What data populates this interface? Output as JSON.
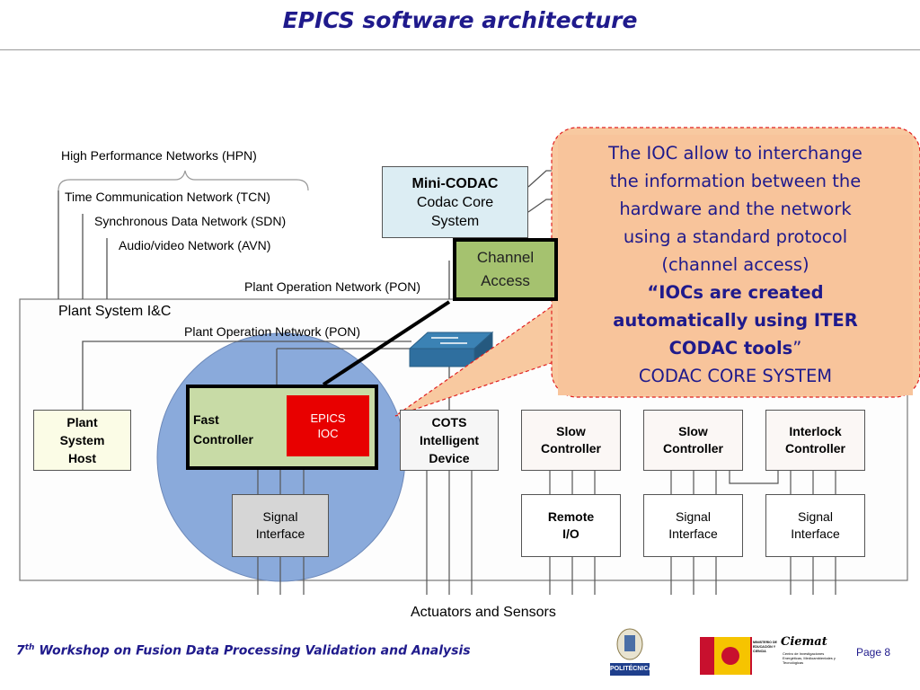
{
  "title": "EPICS software architecture",
  "networks": {
    "hpn": "High Performance Networks (HPN)",
    "tcn": "Time Communication Network (TCN)",
    "sdn": "Synchronous Data Network (SDN)",
    "avn": "Audio/video Network (AVN)",
    "pon_top": "Plant Operation Network (PON)",
    "pon_inner": "Plant Operation Network (PON)"
  },
  "plant_system_label": "Plant System I&C",
  "mini_codac": {
    "title": "Mini-CODAC",
    "line1": "Codac Core",
    "line2": "System"
  },
  "channel_access": {
    "line1": "Channel",
    "line2": "Access"
  },
  "fast_controller": {
    "line1": "Fast",
    "line2": "Controller"
  },
  "epics_ioc": {
    "line1": "EPICS",
    "line2": "IOC"
  },
  "plant_system_host": {
    "line1": "Plant",
    "line2": "System",
    "line3": "Host"
  },
  "cots": {
    "line1": "COTS",
    "line2": "Intelligent",
    "line3": "Device"
  },
  "slow_controller_1": {
    "line1": "Slow",
    "line2": "Controller"
  },
  "slow_controller_2": {
    "line1": "Slow",
    "line2": "Controller"
  },
  "interlock_controller": {
    "line1": "Interlock",
    "line2": "Controller"
  },
  "signal_interface_1": {
    "line1": "Signal",
    "line2": "Interface"
  },
  "remote_io": {
    "line1": "Remote",
    "line2": "I/O"
  },
  "signal_interface_2": {
    "line1": "Signal",
    "line2": "Interface"
  },
  "signal_interface_3": {
    "line1": "Signal",
    "line2": "Interface"
  },
  "actuators": "Actuators and Sensors",
  "callout": {
    "l1": "The IOC allow to interchange",
    "l2": "the information between the",
    "l3": "hardware and the network",
    "l4": "using a standard protocol",
    "l5": "(channel access)",
    "q_open": "“",
    "b1": "IOCs are created",
    "b2": "automatically using ITER",
    "b3": "CODAC tools",
    "q_close": "”",
    "l6": "CODAC CORE SYSTEM"
  },
  "footer": {
    "num": "7",
    "sup": "th",
    "rest": " Workshop on Fusion Data Processing Validation and Analysis"
  },
  "page": "Page 8",
  "logos": {
    "upm": "POLITÉCNICA",
    "ciemat": "Ciemat",
    "ciemat_sub": "Centro de Investigaciones Energéticas, Medioambientales y Tecnológicas",
    "ministry": "MINISTERIO DE EDUCACIÓN Y CIENCIA"
  }
}
